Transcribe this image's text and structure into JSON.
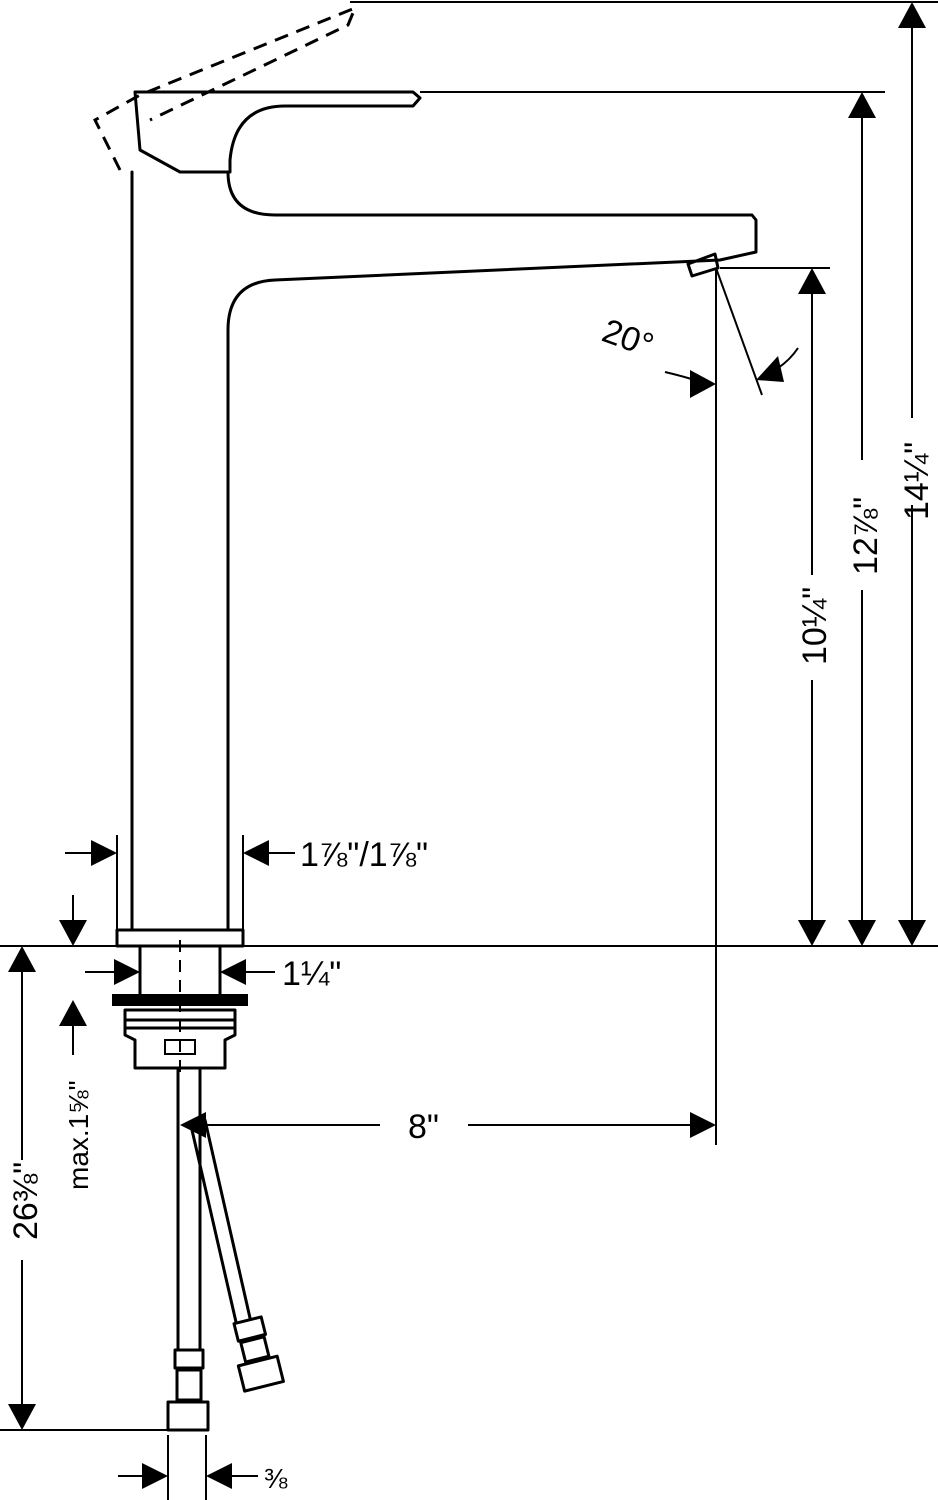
{
  "dimensions": {
    "overall_height": "14¼\"",
    "spout_top_height": "12⅞\"",
    "outlet_height": "10¼\"",
    "spray_angle": "20°",
    "base_width": "1⅞\"/1⅞\"",
    "shank_diameter": "1¼\"",
    "below_deck_length": "26⅜\"",
    "max_deck_thickness": "max.1⅝\"",
    "spout_reach": "8\"",
    "hose_connection": "⅜"
  }
}
